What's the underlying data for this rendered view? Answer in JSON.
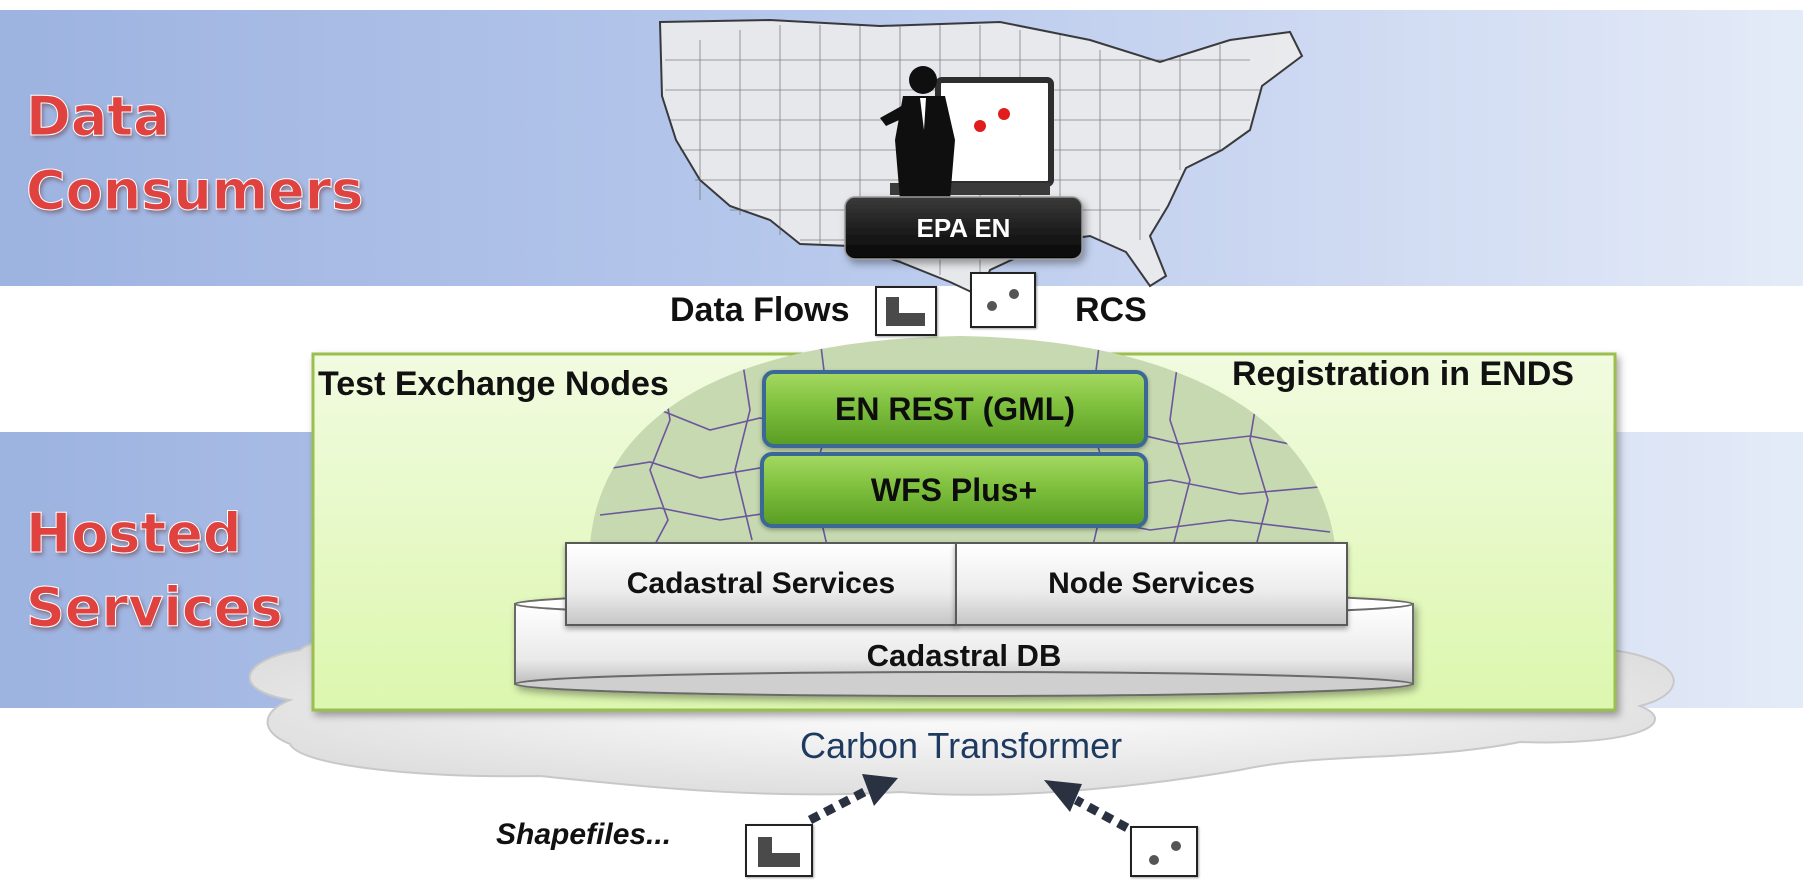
{
  "consumers": {
    "label": "Data\nConsumers"
  },
  "hosted": {
    "label": "Hosted\nServices"
  },
  "epa": {
    "label": "EPA EN"
  },
  "flows": {
    "data_flows_label": "Data Flows",
    "rcs_label": "RCS"
  },
  "nodes_panel": {
    "title": "Test Exchange Nodes",
    "registration_label": "Registration in ENDS"
  },
  "stack": {
    "en_rest_label": "EN REST (GML)",
    "wfs_label": "WFS Plus+",
    "cadastral_services_label": "Cadastral Services",
    "node_services_label": "Node Services",
    "db_label": "Cadastral DB"
  },
  "cloud": {
    "label": "Carbon Transformer"
  },
  "inputs": {
    "shapefiles_label": "Shapefiles..."
  },
  "colors": {
    "accent_red": "#e0433f",
    "panel_green": "#e3f7c0",
    "button_green": "#7fc03e",
    "button_border": "#3c6896",
    "cloud_text": "#1f3a5f"
  },
  "icons": [
    "shapefile-icon",
    "rcs-dots-icon",
    "presenter-icon",
    "us-map-icon",
    "arrow-icon"
  ]
}
